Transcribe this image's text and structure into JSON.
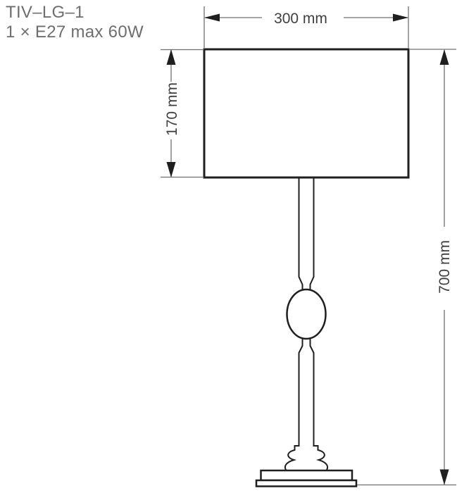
{
  "product": {
    "code": "TIV–LG–1",
    "spec": "1 × E27 max 60W"
  },
  "dimensions": {
    "shade_width": "300 mm",
    "shade_height": "170 mm",
    "total_height": "700 mm"
  },
  "drawing": {
    "type": "technical-line-drawing",
    "subject": "table lamp with rectangular shade, slender stem with oval knop, baluster foot and stepped rectangular base"
  },
  "colors": {
    "background": "#ffffff",
    "outline": "#1f1f1f",
    "dimension_line": "#6f6f6f",
    "dimension_text": "#3f3f3f",
    "header_text": "#6e6e6e"
  }
}
